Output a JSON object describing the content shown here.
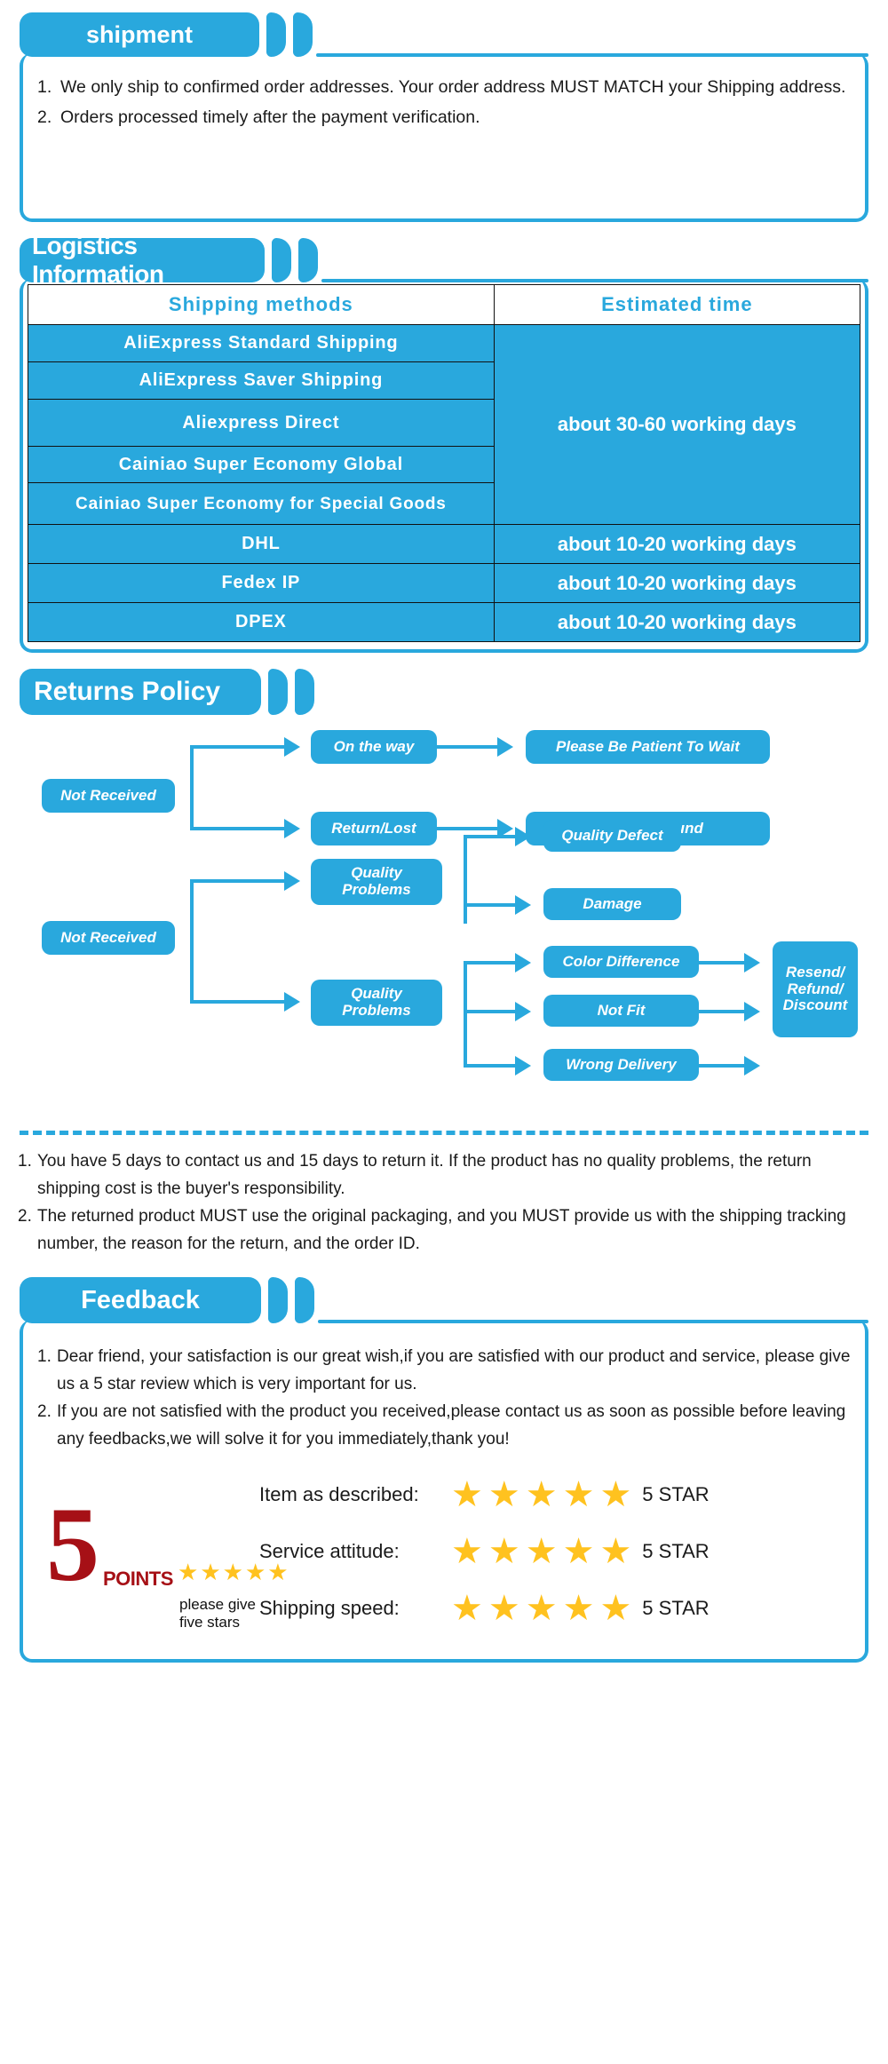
{
  "shipment": {
    "title": "shipment",
    "items": [
      {
        "num": "1.",
        "text": "We only ship to confirmed order addresses. Your order address MUST MATCH your Shipping address."
      },
      {
        "num": "2.",
        "text": "Orders processed timely after the payment verification."
      }
    ]
  },
  "logistics": {
    "title": "Logistics Information",
    "columns": [
      "Shipping  methods",
      "Estimated  time"
    ],
    "rows": [
      {
        "method": "AliExpress  Standard  Shipping",
        "time": "about 30-60 working days"
      },
      {
        "method": "AliExpress  Saver  Shipping",
        "time": ""
      },
      {
        "method": "Aliexpress  Direct",
        "time": ""
      },
      {
        "method": "Cainiao  Super  Economy  Global",
        "time": ""
      },
      {
        "method": "Cainiao  Super  Economy  for Special  Goods",
        "time": ""
      },
      {
        "method": "DHL",
        "time": "about 10-20 working days"
      },
      {
        "method": "Fedex  IP",
        "time": "about 10-20 working days"
      },
      {
        "method": "DPEX",
        "time": "about 10-20 working days"
      }
    ],
    "grouped_time": "about 30-60 working days"
  },
  "returns": {
    "title": "Returns Policy",
    "flow": {
      "branch1_root": "Not Received",
      "n_on_the_way": "On the way",
      "n_please_wait": "Please Be Patient To Wait",
      "n_return_lost": "Return/Lost",
      "n_resend_refund": "Resend/Refund",
      "branch2_root": "Not Received",
      "n_quality_problems_a": "Quality Problems",
      "n_quality_defect": "Quality Defect",
      "n_damage": "Damage",
      "n_quality_problems_b": "Quality Problems",
      "n_color_difference": "Color Difference",
      "n_not_fit": "Not Fit",
      "n_wrong_delivery": "Wrong Delivery",
      "n_resend_refund_discount": "Resend/ Refund/ Discount"
    },
    "items": [
      {
        "num": "1.",
        "text": "You have 5 days to contact us and 15 days to return it. If the product has no quality problems, the return shipping cost is the buyer's responsibility."
      },
      {
        "num": "2.",
        "text": "The returned product MUST use the original packaging, and you MUST provide us with the shipping tracking number, the reason for the return, and the order ID."
      }
    ]
  },
  "feedback": {
    "title": "Feedback",
    "items": [
      {
        "num": "1.",
        "text": "Dear friend, your satisfaction is our great wish,if you are satisfied with our product and service, please give us a 5 star review which is very important for us."
      },
      {
        "num": "2.",
        "text": "If you are not satisfied with the product you received,please contact us as soon as possible before leaving any feedbacks,we will solve it for you immediately,thank you!"
      }
    ],
    "badge": {
      "number": "5",
      "points": "POINTS",
      "caption": "please give five stars",
      "star_count": 5
    },
    "ratings": [
      {
        "label": "Item as described:",
        "stars": 5,
        "value": "5 STAR"
      },
      {
        "label": "Service attitude:",
        "stars": 5,
        "value": "5 STAR"
      },
      {
        "label": "Shipping speed:",
        "stars": 5,
        "value": "5 STAR"
      }
    ]
  },
  "colors": {
    "brand_blue": "#29a8dd",
    "star_gold": "#ffc21f",
    "badge_red": "#a61016"
  }
}
